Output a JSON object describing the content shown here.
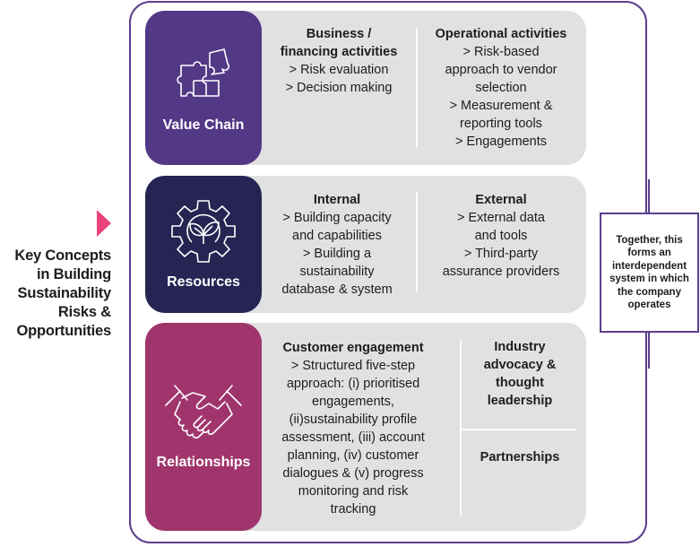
{
  "side_title": {
    "lines": [
      "Key Concepts",
      "in Building",
      "Sustainability",
      "Risks &",
      "Opportunities"
    ],
    "pointer_icon": "triangle-right-icon"
  },
  "colors": {
    "outline": "#5b3f8c",
    "pointer": "#e8437c",
    "value_chain": "#533886",
    "resources": "#262452",
    "relationships": "#a0356d",
    "panel": "#e1e1e2"
  },
  "rows": {
    "value_chain": {
      "label": "Value Chain",
      "icon": "puzzle-icon",
      "left": {
        "heading": [
          "Business /",
          "financing activities"
        ],
        "items": [
          "> Risk evaluation",
          "> Decision making"
        ]
      },
      "right": {
        "heading": [
          "Operational activities"
        ],
        "items": [
          "> Risk-based",
          "approach to vendor",
          "selection",
          "> Measurement &",
          "reporting tools",
          "> Engagements"
        ]
      }
    },
    "resources": {
      "label": "Resources",
      "icon": "gear-leaf-icon",
      "left": {
        "heading": [
          "Internal"
        ],
        "items": [
          "> Building capacity",
          "and capabilities",
          "> Building a",
          "sustainability",
          "database & system"
        ]
      },
      "right": {
        "heading": [
          "External"
        ],
        "items": [
          "> External data",
          "and tools",
          "> Third-party",
          "assurance providers"
        ]
      }
    },
    "relationships": {
      "label": "Relationships",
      "icon": "handshake-icon",
      "left": {
        "heading": [
          "Customer engagement"
        ],
        "items": [
          "> Structured five-step",
          "approach: (i) prioritised",
          "engagements,",
          "(ii)sustainability profile",
          "assessment, (iii) account",
          "planning, (iv) customer",
          "dialogues & (v) progress",
          "monitoring and risk",
          "tracking"
        ]
      },
      "right_top": {
        "heading": [
          "Industry",
          "advocacy &",
          "thought",
          "leadership"
        ]
      },
      "right_bottom": {
        "heading": [
          "Partnerships"
        ]
      }
    }
  },
  "callout": {
    "text": "Together, this forms an interdependent system in which the company operates"
  }
}
